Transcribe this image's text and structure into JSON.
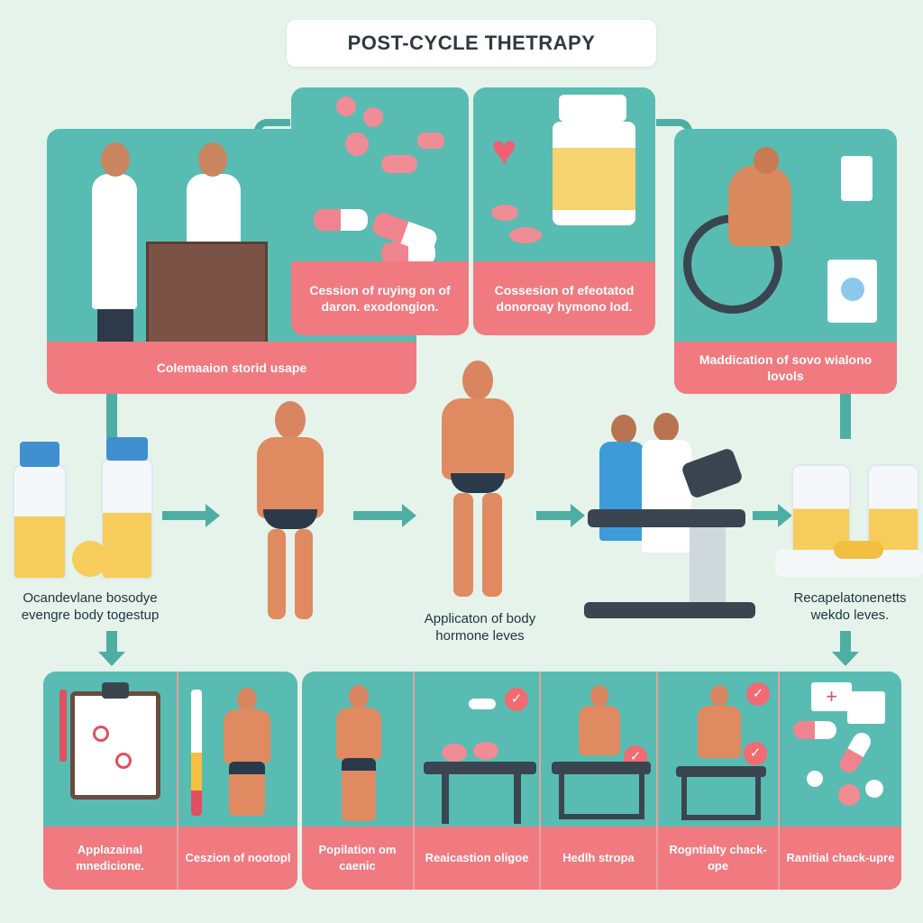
{
  "title": "POST-CYCLE THETRAPY",
  "colors": {
    "teal": "#58bcb2",
    "pink": "#f07a80",
    "background": "#e5f3ea",
    "arrow": "#4eaea4"
  },
  "top_panels": [
    {
      "label": "Colemaaion storid usape",
      "icon": "doctors-icon"
    },
    {
      "label": "Cession of ruying on of daron. exodongion.",
      "icon": "pills-icon"
    },
    {
      "label": "Cossesion of efeotatod donoroay hymono lod.",
      "icon": "pill-bottle-heart-icon"
    },
    {
      "label": "Maddication of sovo wialono lovols",
      "icon": "wheelchair-athlete-icon"
    }
  ],
  "middle_labels": [
    {
      "label": "Ocandevlane bosodye evengre body togestup"
    },
    {
      "label": "Applicaton of body hormone leves"
    },
    {
      "label": "Recapelatonenetts wekdo leves."
    }
  ],
  "bottom_panels": [
    {
      "label": "Applazainal mnedicione.",
      "icon": "clipboard-icon"
    },
    {
      "label": "Ceszion of nootopl",
      "icon": "syringe-icon"
    },
    {
      "label": "Popilation om caenic",
      "icon": "athlete-icon"
    },
    {
      "label": "Reaicastion oligoe",
      "icon": "medical-bed-icon"
    },
    {
      "label": "Hedlh stropa",
      "icon": "athlete-bed-icon"
    },
    {
      "label": "Rogntialty chack-ope",
      "icon": "athlete-check-icon"
    },
    {
      "label": "Ranitial chack-upre",
      "icon": "pills-icon"
    }
  ]
}
